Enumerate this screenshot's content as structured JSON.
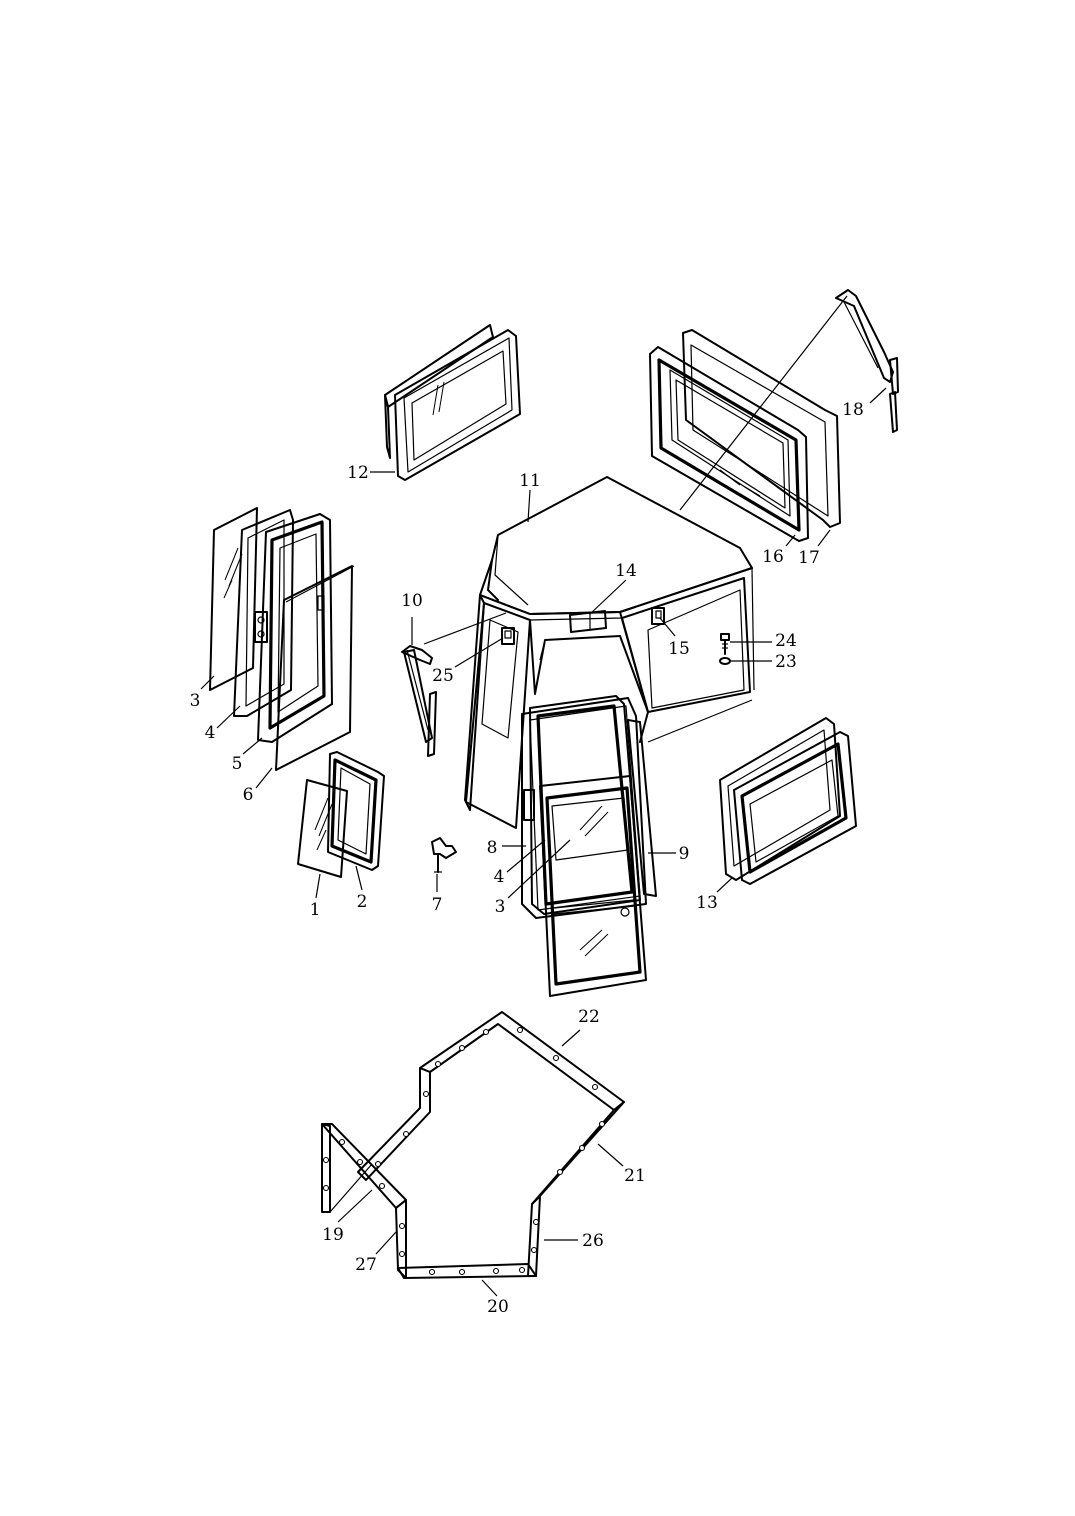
{
  "diagram": {
    "type": "exploded-parts-view",
    "line_color": "#000000",
    "background": "#ffffff",
    "callouts": [
      {
        "id": "c1",
        "label": "1"
      },
      {
        "id": "c2",
        "label": "2"
      },
      {
        "id": "c3a",
        "label": "3"
      },
      {
        "id": "c3b",
        "label": "3"
      },
      {
        "id": "c4a",
        "label": "4"
      },
      {
        "id": "c4b",
        "label": "4"
      },
      {
        "id": "c5",
        "label": "5"
      },
      {
        "id": "c6",
        "label": "6"
      },
      {
        "id": "c7",
        "label": "7"
      },
      {
        "id": "c8",
        "label": "8"
      },
      {
        "id": "c9",
        "label": "9"
      },
      {
        "id": "c10",
        "label": "10"
      },
      {
        "id": "c11",
        "label": "11"
      },
      {
        "id": "c12",
        "label": "12"
      },
      {
        "id": "c13",
        "label": "13"
      },
      {
        "id": "c14",
        "label": "14"
      },
      {
        "id": "c15",
        "label": "15"
      },
      {
        "id": "c16",
        "label": "16"
      },
      {
        "id": "c17",
        "label": "17"
      },
      {
        "id": "c18",
        "label": "18"
      },
      {
        "id": "c19",
        "label": "19"
      },
      {
        "id": "c20",
        "label": "20"
      },
      {
        "id": "c21",
        "label": "21"
      },
      {
        "id": "c22",
        "label": "22"
      },
      {
        "id": "c23",
        "label": "23"
      },
      {
        "id": "c24",
        "label": "24"
      },
      {
        "id": "c25",
        "label": "25"
      },
      {
        "id": "c26",
        "label": "26"
      },
      {
        "id": "c27",
        "label": "27"
      }
    ]
  }
}
